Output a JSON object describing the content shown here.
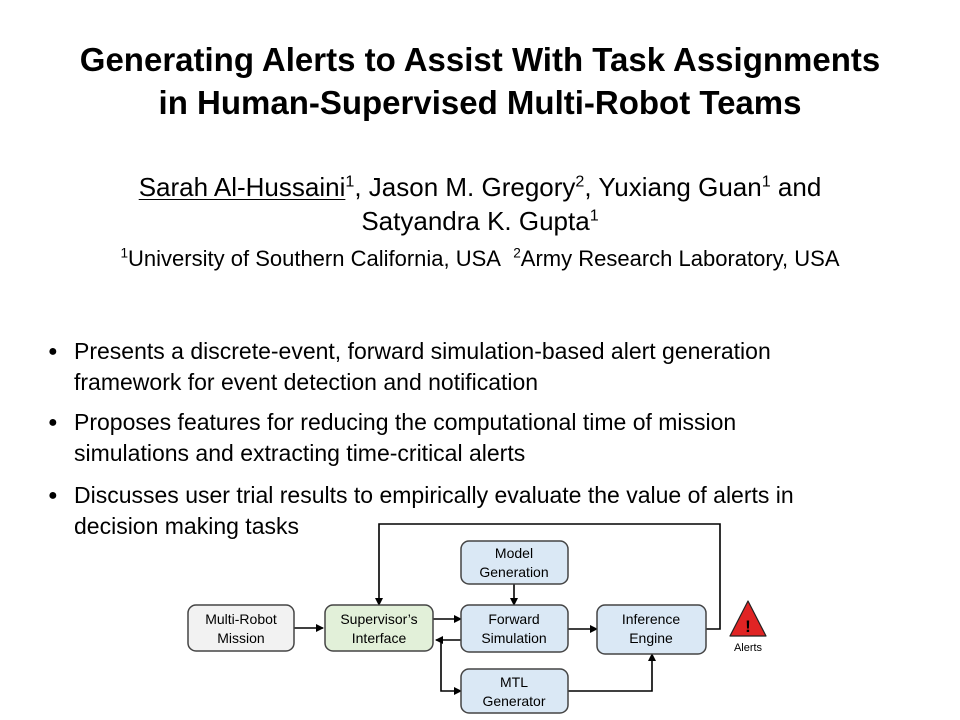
{
  "title": {
    "line1": "Generating Alerts to Assist With Task Assignments",
    "line2": "in Human-Supervised Multi-Robot Teams"
  },
  "authors": {
    "a1_name": "Sarah Al-Hussaini",
    "a1_sup": "1",
    "a2_name": ", Jason M. Gregory",
    "a2_sup": "2",
    "a3_name": ", Yuxiang Guan",
    "a3_sup": "1",
    "and": " and",
    "a4_name": "Satyandra K. Gupta",
    "a4_sup": "1"
  },
  "affiliations": {
    "sup1": "1",
    "aff1": "University of Southern California, USA",
    "sup2": "2",
    "aff2": "Army Research Laboratory, USA"
  },
  "bullets": [
    {
      "line1": "Presents a discrete-event, forward simulation-based alert generation",
      "line2": "framework for event detection and notification"
    },
    {
      "line1": "Proposes features for reducing the computational time of mission",
      "line2": "simulations and extracting time-critical alerts"
    },
    {
      "line1": "Discusses user trial results to empirically evaluate the value of alerts in",
      "line2": "decision making tasks"
    }
  ],
  "diagram": {
    "nodes": {
      "mission": {
        "line1": "Multi-Robot",
        "line2": "Mission",
        "fill": "#f2f2f2"
      },
      "interface": {
        "line1": "Supervisor’s",
        "line2": "Interface",
        "fill": "#e2f0d9"
      },
      "model": {
        "line1": "Model",
        "line2": "Generation",
        "fill": "#dae8f5"
      },
      "forward": {
        "line1": "Forward",
        "line2": "Simulation",
        "fill": "#dae8f5"
      },
      "mtl": {
        "line1": "MTL",
        "line2": "Generator",
        "fill": "#dae8f5"
      },
      "inference": {
        "line1": "Inference",
        "line2": "Engine",
        "fill": "#dae8f5"
      }
    },
    "alert_symbol": "!",
    "alert_label": "Alerts",
    "alert_color": "#e02424"
  }
}
